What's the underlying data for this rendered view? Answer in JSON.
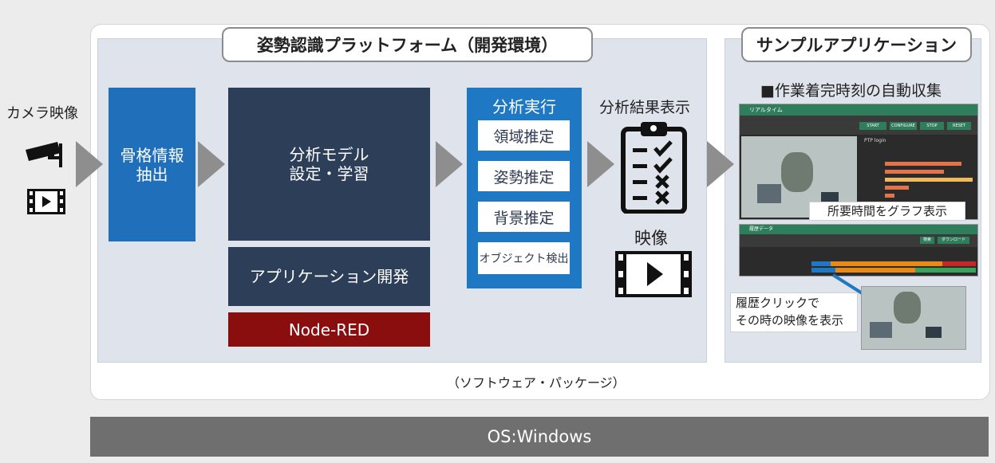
{
  "diagram": {
    "platform_title": "姿勢認識プラットフォーム（開発環境）",
    "sample_title": "サンプルアプリケーション",
    "camera_label": "カメラ映像",
    "skeleton_box": "骨格情報\n抽出",
    "model_box": "分析モデル\n設定・学習",
    "appdev_box": "アプリケーション開発",
    "nodered_box": "Node-RED",
    "exec_title": "分析実行",
    "exec_items": [
      "領域推定",
      "姿勢推定",
      "背景推定",
      "オブジェクト検出"
    ],
    "result_label": "分析結果表示",
    "video_label": "映像",
    "sample_subtitle": "■作業着完時刻の自動収集",
    "callout_graph": "所要時間をグラフ表示",
    "callout_history": "履歴クリックで\nその時の映像を表示",
    "package_label": "（ソフトウェア・パッケージ）",
    "os_label": "OS:Windows"
  },
  "screenshot_top": {
    "header": "リアルタイム",
    "buttons": [
      "START",
      "CONFIGURE",
      "STOP",
      "RESET"
    ],
    "chart_label": "PTP login"
  },
  "screenshot_mid": {
    "header": "履歴データ",
    "controls": [
      "検索",
      "ダウンロード"
    ]
  },
  "colors": {
    "skeleton": "#1f6fba",
    "model": "#2d3e58",
    "nodered": "#8b0e0e",
    "exec": "#1e78c4",
    "arrow": "#8e8e8e",
    "os": "#6f6f6f",
    "ui_header": "#2e7d5b"
  },
  "icons": [
    "security-camera-icon",
    "video-file-icon",
    "clipboard-checklist-icon",
    "play-video-icon",
    "flow-arrow-icon"
  ]
}
